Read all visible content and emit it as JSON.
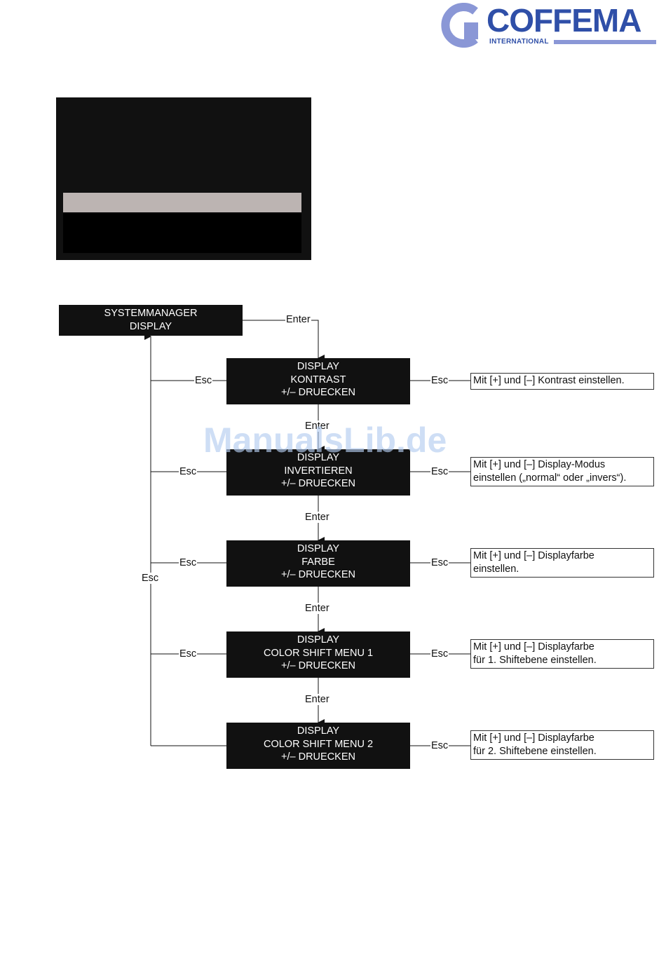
{
  "logo": {
    "word": "COFFEMA",
    "sub": "INTERNATIONAL"
  },
  "watermark": "ManualsLib.de",
  "root": {
    "line1": "SYSTEMMANAGER",
    "line2": "DISPLAY"
  },
  "menus": [
    {
      "line1": "DISPLAY",
      "line2": "KONTRAST",
      "line3": "+/– DRUECKEN"
    },
    {
      "line1": "DISPLAY",
      "line2": "INVERTIEREN",
      "line3": "+/– DRUECKEN"
    },
    {
      "line1": "DISPLAY",
      "line2": "FARBE",
      "line3": "+/– DRUECKEN"
    },
    {
      "line1": "DISPLAY",
      "line2": "COLOR SHIFT MENU 1",
      "line3": "+/– DRUECKEN"
    },
    {
      "line1": "DISPLAY",
      "line2": "COLOR SHIFT MENU 2",
      "line3": "+/– DRUECKEN"
    }
  ],
  "notes": [
    {
      "line1": "Mit [+] und [–] Kontrast einstellen.",
      "line2": ""
    },
    {
      "line1": "Mit [+] und [–] Display-Modus",
      "line2": "einstellen („normal“ oder „invers“)."
    },
    {
      "line1": "Mit [+] und [–] Displayfarbe",
      "line2": "einstellen."
    },
    {
      "line1": "Mit [+] und [–] Displayfarbe",
      "line2": "für 1. Shiftebene einstellen."
    },
    {
      "line1": "Mit [+] und [–] Displayfarbe",
      "line2": "für 2. Shiftebene einstellen."
    }
  ],
  "labels": {
    "enter": "Enter",
    "esc": "Esc"
  }
}
